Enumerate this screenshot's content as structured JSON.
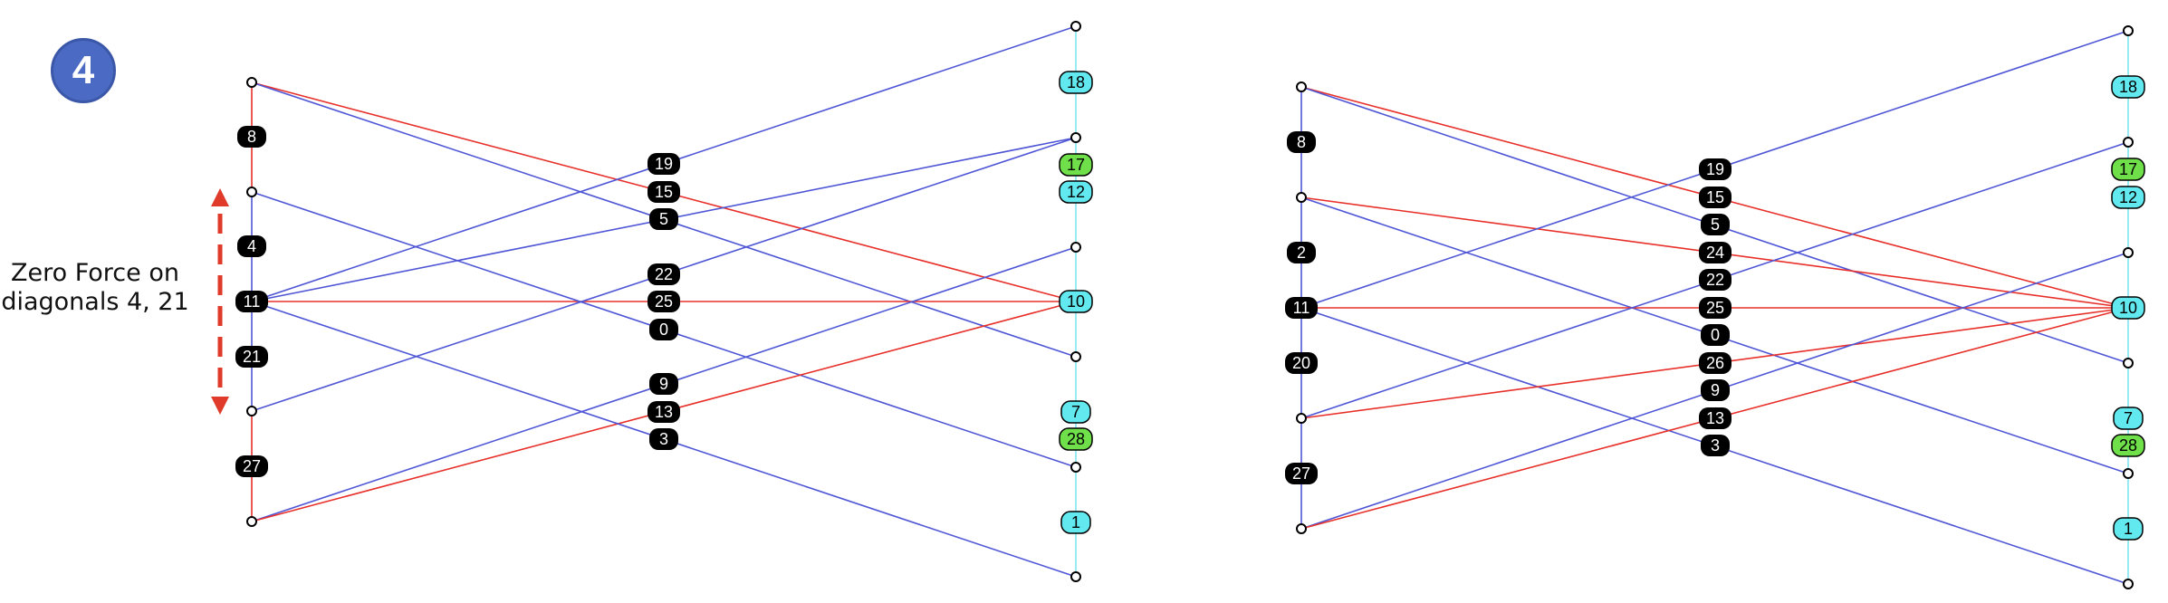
{
  "step_number": "4",
  "note": {
    "line1": "Zero Force on",
    "line2": "diagonals 4, 21"
  },
  "colors": {
    "blue_member": "#4f56d6",
    "red_member": "#e8302a",
    "cyan_member": "#7fe6ee",
    "label_black": "#000000",
    "label_cyan": "#62e8ef",
    "label_green": "#6fe04a",
    "arrow": "#e03a2a",
    "badge": "#4a6ac4"
  },
  "truss_left": {
    "member_labels": {
      "left_chord": [
        "8",
        "4",
        "11",
        "21",
        "27"
      ],
      "diagonals_group_a": [
        "19",
        "15",
        "5"
      ],
      "diagonals_group_b": [
        "22",
        "25",
        "0"
      ],
      "diagonals_group_c": [
        "9",
        "13",
        "3"
      ],
      "right_chord": [
        "18",
        "17",
        "12",
        "10",
        "7",
        "28",
        "1"
      ]
    }
  },
  "truss_right": {
    "member_labels": {
      "left_chord": [
        "8",
        "2",
        "11",
        "20",
        "27"
      ],
      "diagonals": [
        "19",
        "15",
        "5",
        "24",
        "22",
        "25",
        "0",
        "26",
        "9",
        "13",
        "3"
      ],
      "right_chord": [
        "18",
        "17",
        "12",
        "10",
        "7",
        "28",
        "1"
      ]
    }
  }
}
